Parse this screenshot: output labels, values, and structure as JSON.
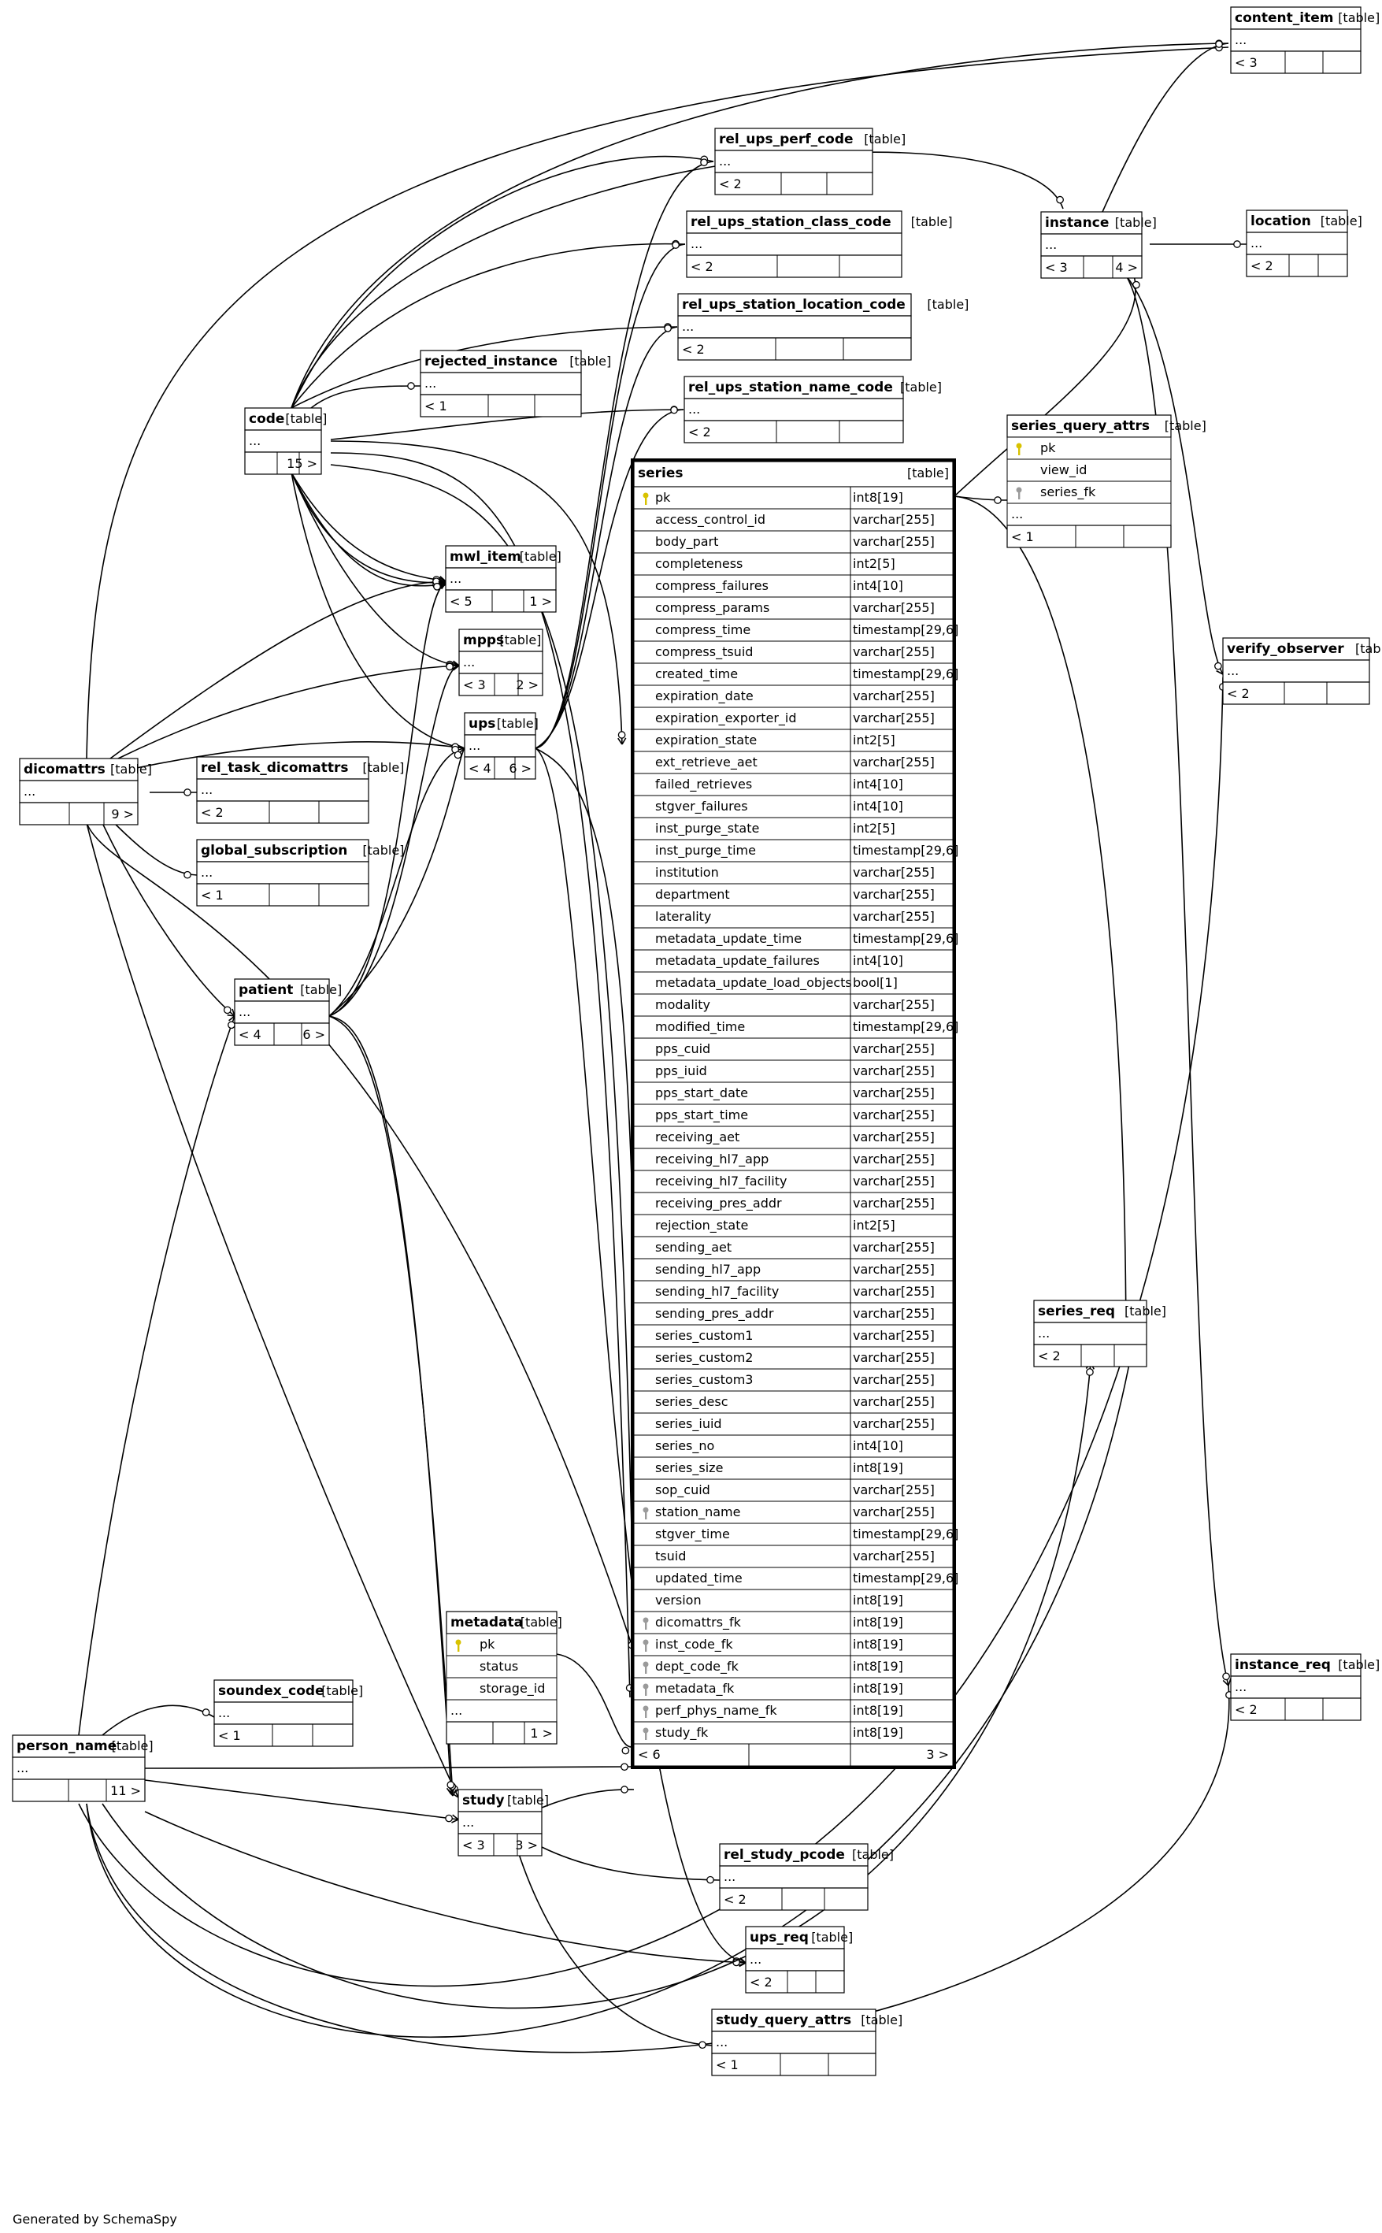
{
  "footer": "Generated by SchemaSpy",
  "table_tag": "[table]",
  "ellipsis": "...",
  "series": {
    "name": "series",
    "tag": "[table]",
    "columns": [
      {
        "name": "pk",
        "type": "int8[19]",
        "key": "pk"
      },
      {
        "name": "access_control_id",
        "type": "varchar[255]"
      },
      {
        "name": "body_part",
        "type": "varchar[255]"
      },
      {
        "name": "completeness",
        "type": "int2[5]"
      },
      {
        "name": "compress_failures",
        "type": "int4[10]"
      },
      {
        "name": "compress_params",
        "type": "varchar[255]"
      },
      {
        "name": "compress_time",
        "type": "timestamp[29,6]"
      },
      {
        "name": "compress_tsuid",
        "type": "varchar[255]"
      },
      {
        "name": "created_time",
        "type": "timestamp[29,6]"
      },
      {
        "name": "expiration_date",
        "type": "varchar[255]"
      },
      {
        "name": "expiration_exporter_id",
        "type": "varchar[255]"
      },
      {
        "name": "expiration_state",
        "type": "int2[5]"
      },
      {
        "name": "ext_retrieve_aet",
        "type": "varchar[255]"
      },
      {
        "name": "failed_retrieves",
        "type": "int4[10]"
      },
      {
        "name": "stgver_failures",
        "type": "int4[10]"
      },
      {
        "name": "inst_purge_state",
        "type": "int2[5]"
      },
      {
        "name": "inst_purge_time",
        "type": "timestamp[29,6]"
      },
      {
        "name": "institution",
        "type": "varchar[255]"
      },
      {
        "name": "department",
        "type": "varchar[255]"
      },
      {
        "name": "laterality",
        "type": "varchar[255]"
      },
      {
        "name": "metadata_update_time",
        "type": "timestamp[29,6]"
      },
      {
        "name": "metadata_update_failures",
        "type": "int4[10]"
      },
      {
        "name": "metadata_update_load_objects",
        "type": "bool[1]"
      },
      {
        "name": "modality",
        "type": "varchar[255]"
      },
      {
        "name": "modified_time",
        "type": "timestamp[29,6]"
      },
      {
        "name": "pps_cuid",
        "type": "varchar[255]"
      },
      {
        "name": "pps_iuid",
        "type": "varchar[255]"
      },
      {
        "name": "pps_start_date",
        "type": "varchar[255]"
      },
      {
        "name": "pps_start_time",
        "type": "varchar[255]"
      },
      {
        "name": "receiving_aet",
        "type": "varchar[255]"
      },
      {
        "name": "receiving_hl7_app",
        "type": "varchar[255]"
      },
      {
        "name": "receiving_hl7_facility",
        "type": "varchar[255]"
      },
      {
        "name": "receiving_pres_addr",
        "type": "varchar[255]"
      },
      {
        "name": "rejection_state",
        "type": "int2[5]"
      },
      {
        "name": "sending_aet",
        "type": "varchar[255]"
      },
      {
        "name": "sending_hl7_app",
        "type": "varchar[255]"
      },
      {
        "name": "sending_hl7_facility",
        "type": "varchar[255]"
      },
      {
        "name": "sending_pres_addr",
        "type": "varchar[255]"
      },
      {
        "name": "series_custom1",
        "type": "varchar[255]"
      },
      {
        "name": "series_custom2",
        "type": "varchar[255]"
      },
      {
        "name": "series_custom3",
        "type": "varchar[255]"
      },
      {
        "name": "series_desc",
        "type": "varchar[255]"
      },
      {
        "name": "series_iuid",
        "type": "varchar[255]"
      },
      {
        "name": "series_no",
        "type": "int4[10]"
      },
      {
        "name": "series_size",
        "type": "int8[19]"
      },
      {
        "name": "sop_cuid",
        "type": "varchar[255]"
      },
      {
        "name": "station_name",
        "type": "varchar[255]",
        "key": "idx"
      },
      {
        "name": "stgver_time",
        "type": "timestamp[29,6]"
      },
      {
        "name": "tsuid",
        "type": "varchar[255]"
      },
      {
        "name": "updated_time",
        "type": "timestamp[29,6]"
      },
      {
        "name": "version",
        "type": "int8[19]"
      },
      {
        "name": "dicomattrs_fk",
        "type": "int8[19]",
        "key": "fk"
      },
      {
        "name": "inst_code_fk",
        "type": "int8[19]",
        "key": "fk"
      },
      {
        "name": "dept_code_fk",
        "type": "int8[19]",
        "key": "fk"
      },
      {
        "name": "metadata_fk",
        "type": "int8[19]",
        "key": "fk"
      },
      {
        "name": "perf_phys_name_fk",
        "type": "int8[19]",
        "key": "fk"
      },
      {
        "name": "study_fk",
        "type": "int8[19]",
        "key": "fk"
      }
    ],
    "parents": "< 6",
    "children": "3 >"
  },
  "tables": [
    {
      "id": "content_item",
      "name": "content_item",
      "parents": "< 3",
      "children": ""
    },
    {
      "id": "rel_ups_perf_code",
      "name": "rel_ups_perf_code",
      "parents": "< 2",
      "children": ""
    },
    {
      "id": "instance",
      "name": "instance",
      "parents": "< 3",
      "children": "4 >"
    },
    {
      "id": "location",
      "name": "location",
      "parents": "< 2",
      "children": ""
    },
    {
      "id": "rel_ups_station_class_code",
      "name": "rel_ups_station_class_code",
      "parents": "< 2",
      "children": ""
    },
    {
      "id": "rel_ups_station_location_code",
      "name": "rel_ups_station_location_code",
      "parents": "< 2",
      "children": ""
    },
    {
      "id": "rejected_instance",
      "name": "rejected_instance",
      "parents": "< 1",
      "children": ""
    },
    {
      "id": "rel_ups_station_name_code",
      "name": "rel_ups_station_name_code",
      "parents": "< 2",
      "children": ""
    },
    {
      "id": "code",
      "name": "code",
      "parents": "",
      "children": "15 >"
    },
    {
      "id": "mwl_item",
      "name": "mwl_item",
      "parents": "< 5",
      "children": "1 >"
    },
    {
      "id": "mpps",
      "name": "mpps",
      "parents": "< 3",
      "children": "2 >"
    },
    {
      "id": "ups",
      "name": "ups",
      "parents": "< 4",
      "children": "6 >"
    },
    {
      "id": "verify_observer",
      "name": "verify_observer",
      "parents": "< 2",
      "children": ""
    },
    {
      "id": "dicomattrs",
      "name": "dicomattrs",
      "parents": "",
      "children": "9 >"
    },
    {
      "id": "rel_task_dicomattrs",
      "name": "rel_task_dicomattrs",
      "parents": "< 2",
      "children": ""
    },
    {
      "id": "global_subscription",
      "name": "global_subscription",
      "parents": "< 1",
      "children": ""
    },
    {
      "id": "patient",
      "name": "patient",
      "parents": "< 4",
      "children": "6 >"
    },
    {
      "id": "series_req",
      "name": "series_req",
      "parents": "< 2",
      "children": ""
    },
    {
      "id": "instance_req",
      "name": "instance_req",
      "parents": "< 2",
      "children": ""
    },
    {
      "id": "soundex_code",
      "name": "soundex_code",
      "parents": "< 1",
      "children": ""
    },
    {
      "id": "person_name",
      "name": "person_name",
      "parents": "",
      "children": "11 >"
    },
    {
      "id": "study",
      "name": "study",
      "parents": "< 3",
      "children": "3 >"
    },
    {
      "id": "rel_study_pcode",
      "name": "rel_study_pcode",
      "parents": "< 2",
      "children": ""
    },
    {
      "id": "ups_req",
      "name": "ups_req",
      "parents": "< 2",
      "children": ""
    },
    {
      "id": "study_query_attrs",
      "name": "study_query_attrs",
      "parents": "< 1",
      "children": ""
    }
  ],
  "detail_tables": [
    {
      "id": "series_query_attrs",
      "name": "series_query_attrs",
      "columns": [
        {
          "name": "pk",
          "key": "pk"
        },
        {
          "name": "view_id"
        },
        {
          "name": "series_fk",
          "key": "fk"
        }
      ],
      "parents": "< 1",
      "children": ""
    },
    {
      "id": "metadata",
      "name": "metadata",
      "columns": [
        {
          "name": "pk",
          "key": "pk"
        },
        {
          "name": "status"
        },
        {
          "name": "storage_id"
        }
      ],
      "parents": "",
      "children": "1 >"
    }
  ],
  "colors": {
    "line": "#000000",
    "pk_key": "#d8c200",
    "fk_key": "#9a9a9a"
  }
}
